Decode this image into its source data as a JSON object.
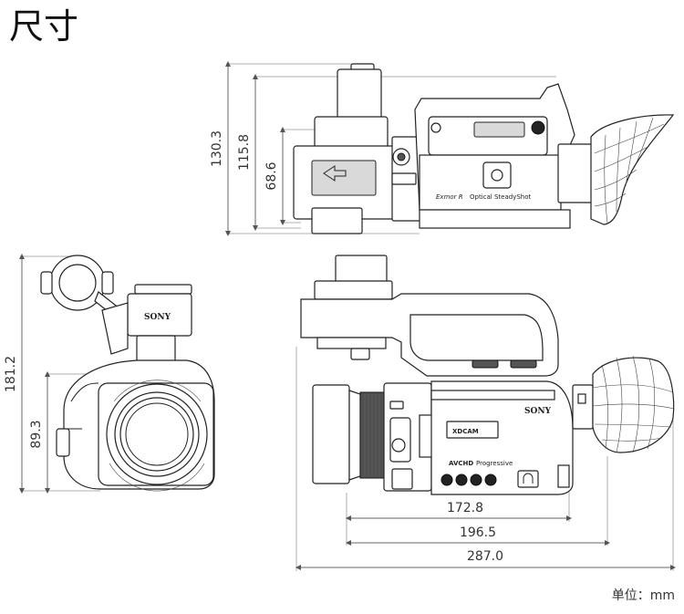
{
  "title": "尺寸",
  "unit_note": "单位：mm",
  "brand": {
    "sony": "SONY",
    "xdcam": "XDCAM",
    "avchd": "AVCHD",
    "progressive": "Progressive"
  },
  "dimensions": {
    "top_view": [
      "130.3",
      "115.8",
      "68.6"
    ],
    "front_view": [
      "181.2",
      "89.3"
    ],
    "side_view": [
      "172.8",
      "196.5",
      "287.0"
    ]
  },
  "colors": {
    "line": "#222222",
    "dim_line": "#666666",
    "text": "#333333"
  }
}
